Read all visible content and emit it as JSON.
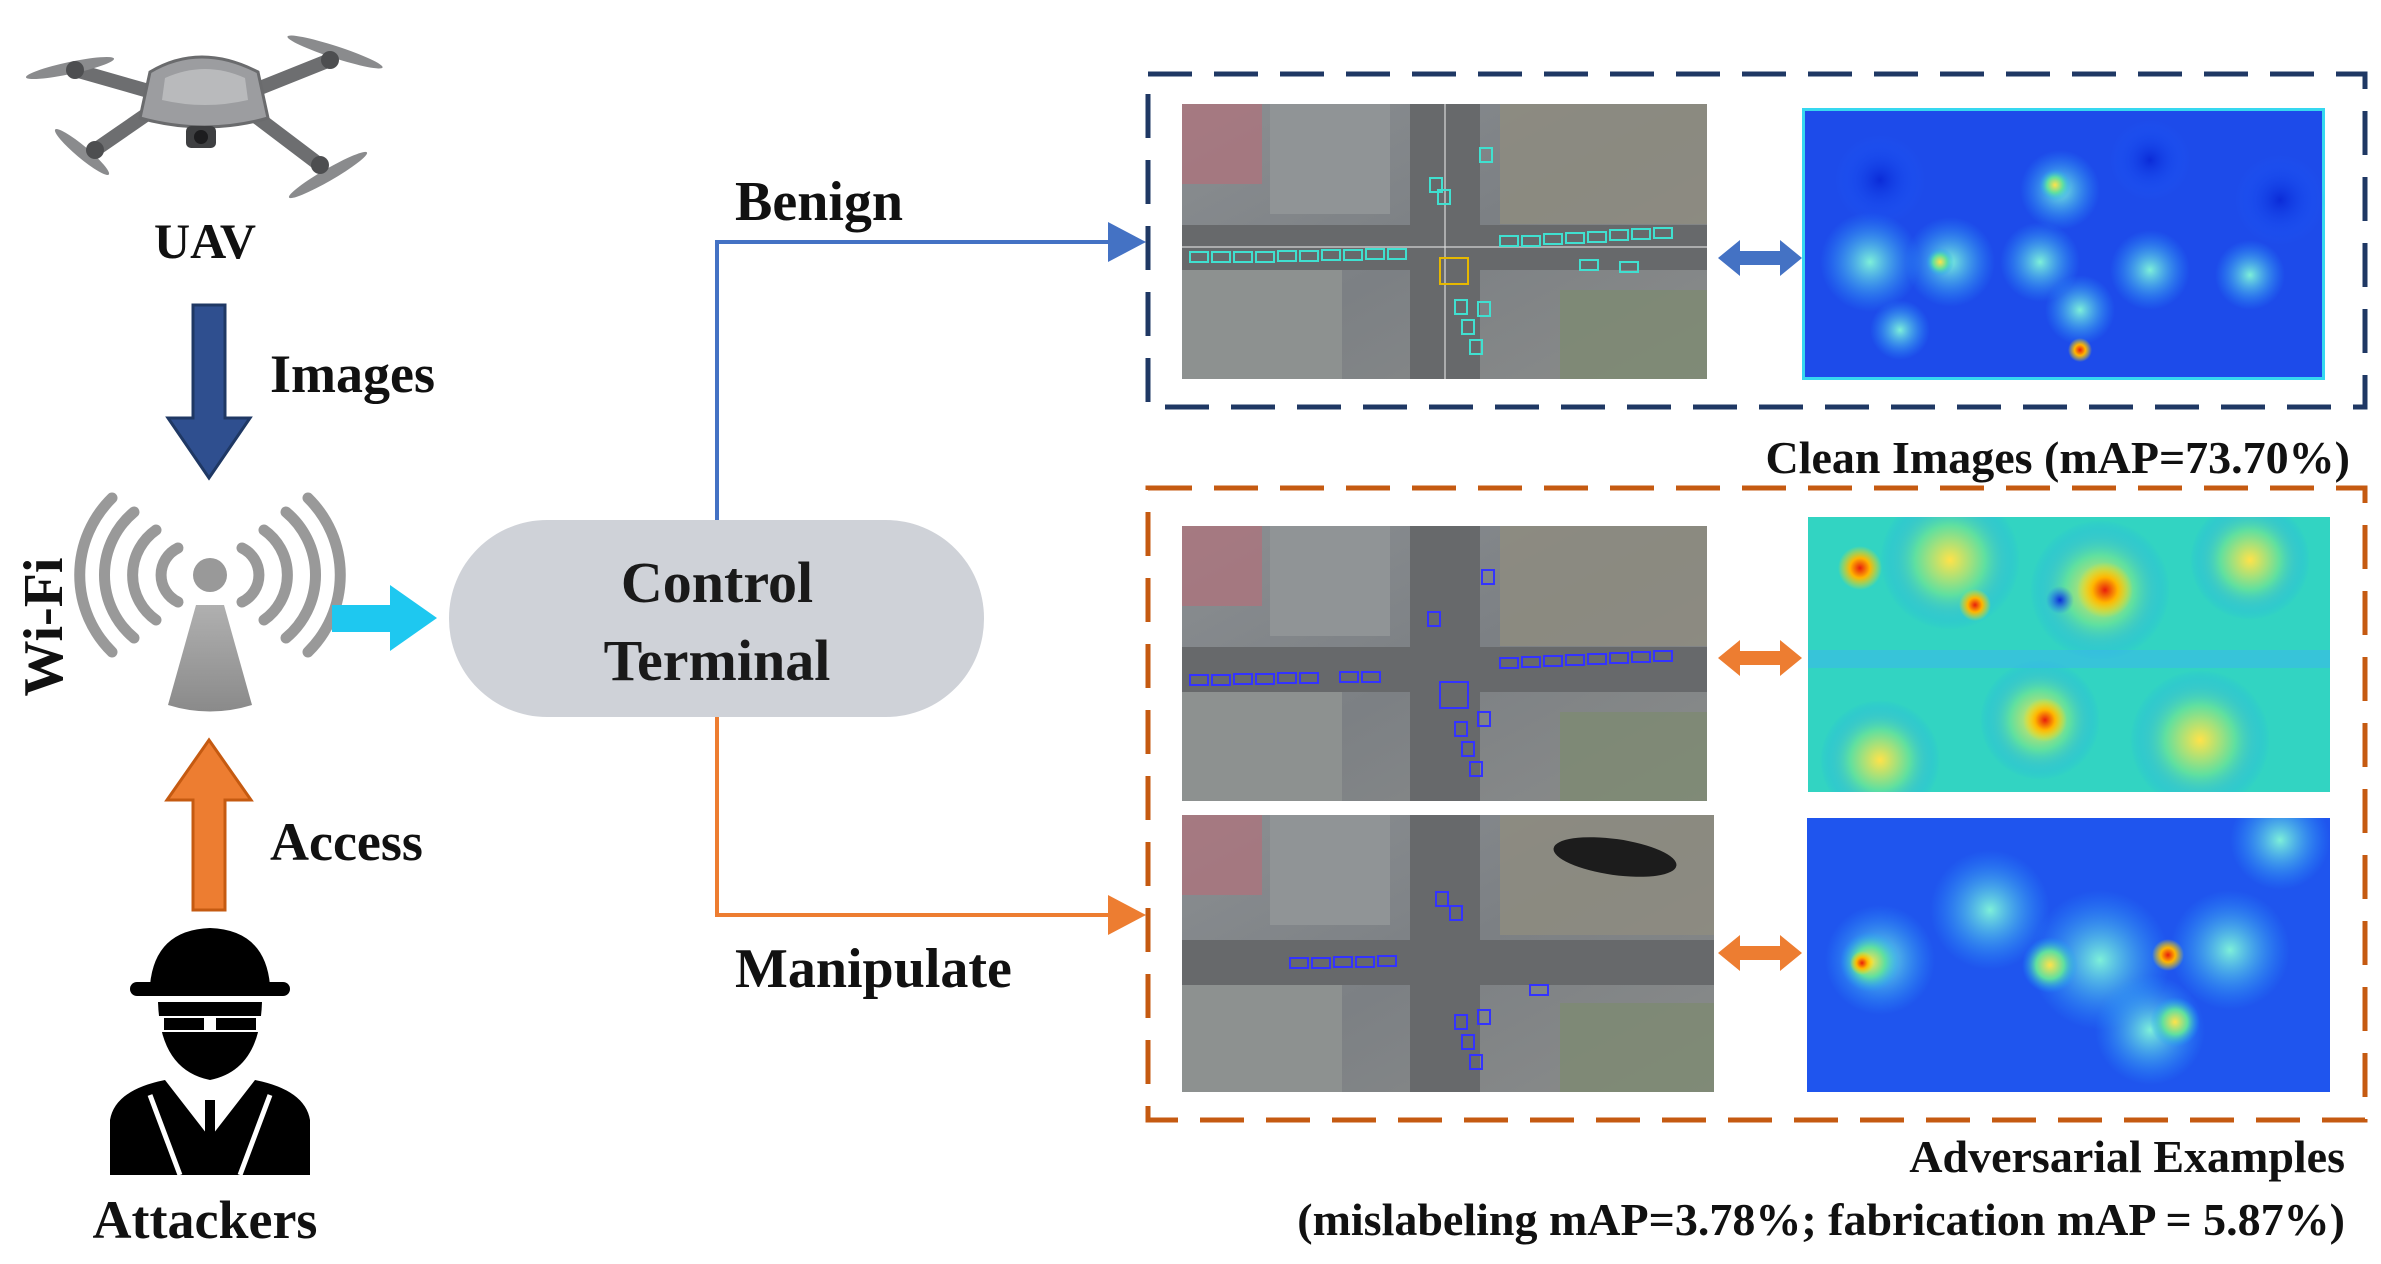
{
  "labels": {
    "uav": "UAV",
    "images": "Images",
    "wifi": "Wi-Fi",
    "access": "Access",
    "attackers": "Attackers",
    "benign": "Benign",
    "manipulate": "Manipulate",
    "control_line1": "Control",
    "control_line2": "Terminal",
    "clean_caption": "Clean Images (mAP=73.70%)",
    "adv_caption_line1": "Adversarial Examples",
    "adv_caption_line2": "(mislabeling mAP=3.78%; fabrication mAP = 5.87%)"
  },
  "colors": {
    "blue_arrow": "#4472c4",
    "dark_blue_arrow": "#2f4f8f",
    "orange_arrow": "#ed7d31",
    "cyan_arrow": "#1ec8f0",
    "clean_box_border": "#1f3864",
    "adv_box_border": "#c55a11",
    "control_fill": "#cfd2d8",
    "wifi_gray": "#999999",
    "benign_box_color": "#40e0d0",
    "adversarial_box_color": "#3333ff"
  },
  "icons": {
    "uav": "drone-icon",
    "wifi": "wifi-tower-icon",
    "attacker": "hacker-icon",
    "double_arrow": "double-arrow-icon"
  }
}
